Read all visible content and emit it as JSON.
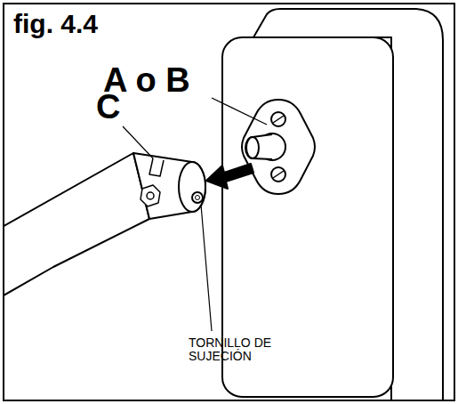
{
  "diagram": {
    "title": "fig. 4.4",
    "labels": [
      "A o B",
      "C",
      "TORNILLO DE SUJECIÓN"
    ]
  }
}
